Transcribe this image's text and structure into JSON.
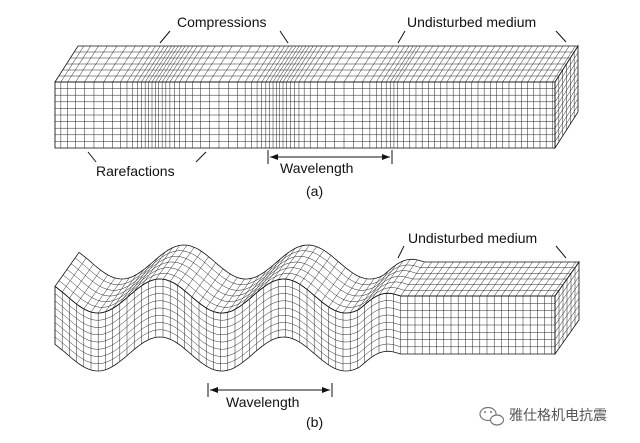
{
  "figure_a": {
    "label_compressions": "Compressions",
    "label_undisturbed": "Undisturbed medium",
    "label_rarefactions": "Rarefactions",
    "label_wavelength": "Wavelength",
    "caption": "(a)"
  },
  "figure_b": {
    "label_undisturbed": "Undisturbed medium",
    "label_wavelength": "Wavelength",
    "caption": "(b)"
  },
  "watermark": {
    "text": "雅仕格机电抗震"
  }
}
